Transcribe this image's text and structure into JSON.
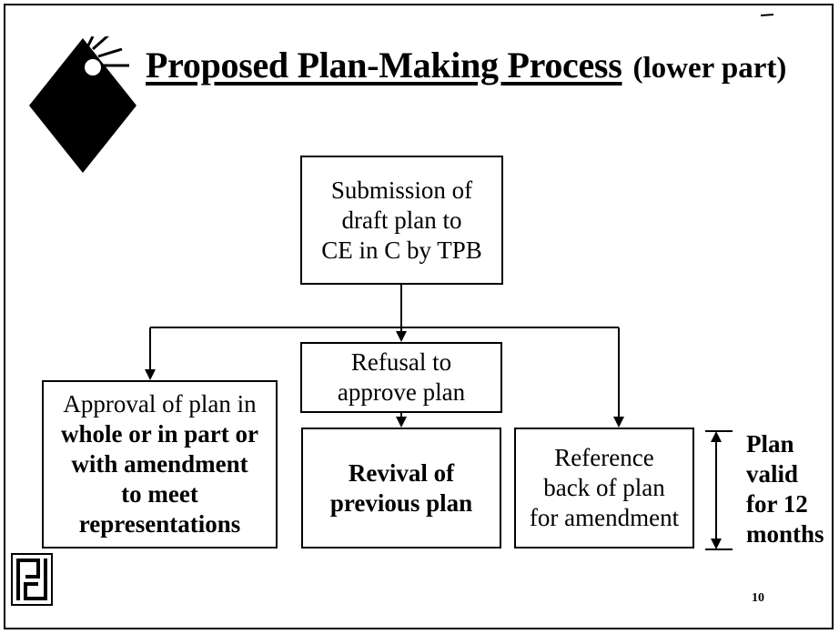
{
  "title": {
    "main": "Proposed Plan-Making Process",
    "sub": "(lower part)"
  },
  "boxes": {
    "submission": "Submission of\ndraft plan to\nCE in C by TPB",
    "refusal": "Refusal to\napprove plan",
    "approval_line1": "Approval of plan in",
    "approval_rest": "whole or in part or\nwith amendment\nto meet\nrepresentations",
    "revival": "Revival of\nprevious plan",
    "reference": "Reference\nback of plan\nfor amendment"
  },
  "side_note": "Plan\nvalid\nfor 12\nmonths",
  "page_number": "10",
  "icons": {
    "diamond": "diamond-sparkle-icon",
    "logo": "pd-logo-icon"
  }
}
